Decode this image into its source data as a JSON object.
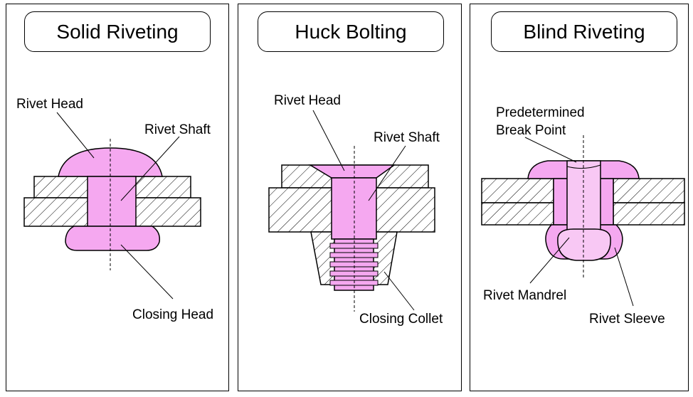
{
  "colors": {
    "rivet": "#f5a8f0",
    "rivet_light": "#f8c8f4",
    "line": "#000000",
    "background": "#ffffff"
  },
  "panels": [
    {
      "title": "Solid Riveting",
      "labels": {
        "rivet_head": "Rivet Head",
        "rivet_shaft": "Rivet Shaft",
        "closing_head": "Closing Head"
      }
    },
    {
      "title": "Huck Bolting",
      "labels": {
        "rivet_head": "Rivet Head",
        "rivet_shaft": "Rivet Shaft",
        "closing_collet": "Closing Collet"
      }
    },
    {
      "title": "Blind Riveting",
      "labels": {
        "break_point_line1": "Predetermined",
        "break_point_line2": "Break Point",
        "rivet_mandrel": "Rivet Mandrel",
        "rivet_sleeve": "Rivet Sleeve"
      }
    }
  ]
}
